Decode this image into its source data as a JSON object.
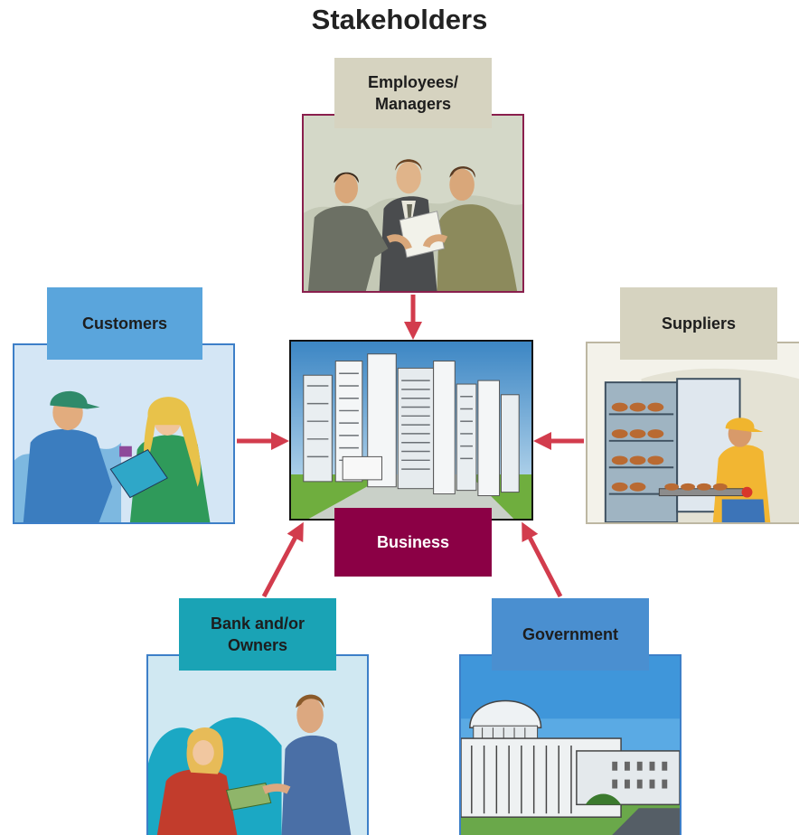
{
  "diagram": {
    "title": "Stakeholders",
    "nodes": {
      "employees": {
        "label": "Employees/\nManagers",
        "color": "#d6d3c0",
        "border": "#8a1f4d",
        "image": "managers-meeting-illustration"
      },
      "customers": {
        "label": "Customers",
        "color": "#5aa5dc",
        "border": "#3d7fc8",
        "image": "customer-service-illustration"
      },
      "business": {
        "label": "Business",
        "color": "#8b0045",
        "border": "#111111",
        "image": "office-building-illustration"
      },
      "suppliers": {
        "label": "Suppliers",
        "color": "#d6d3c0",
        "border": "#bdb7a2",
        "image": "bakery-supplier-illustration"
      },
      "bank": {
        "label": "Bank and/or\nOwners",
        "color": "#1aa3b5",
        "border": "#3d7fc8",
        "image": "bank-owner-illustration"
      },
      "government": {
        "label": "Government",
        "color": "#4a8fd0",
        "border": "#3d7fc8",
        "image": "capitol-building-illustration"
      }
    },
    "arrow_color": "#d23c4d",
    "edges": [
      {
        "from": "employees",
        "to": "business"
      },
      {
        "from": "customers",
        "to": "business"
      },
      {
        "from": "suppliers",
        "to": "business"
      },
      {
        "from": "bank",
        "to": "business"
      },
      {
        "from": "government",
        "to": "business"
      }
    ]
  }
}
